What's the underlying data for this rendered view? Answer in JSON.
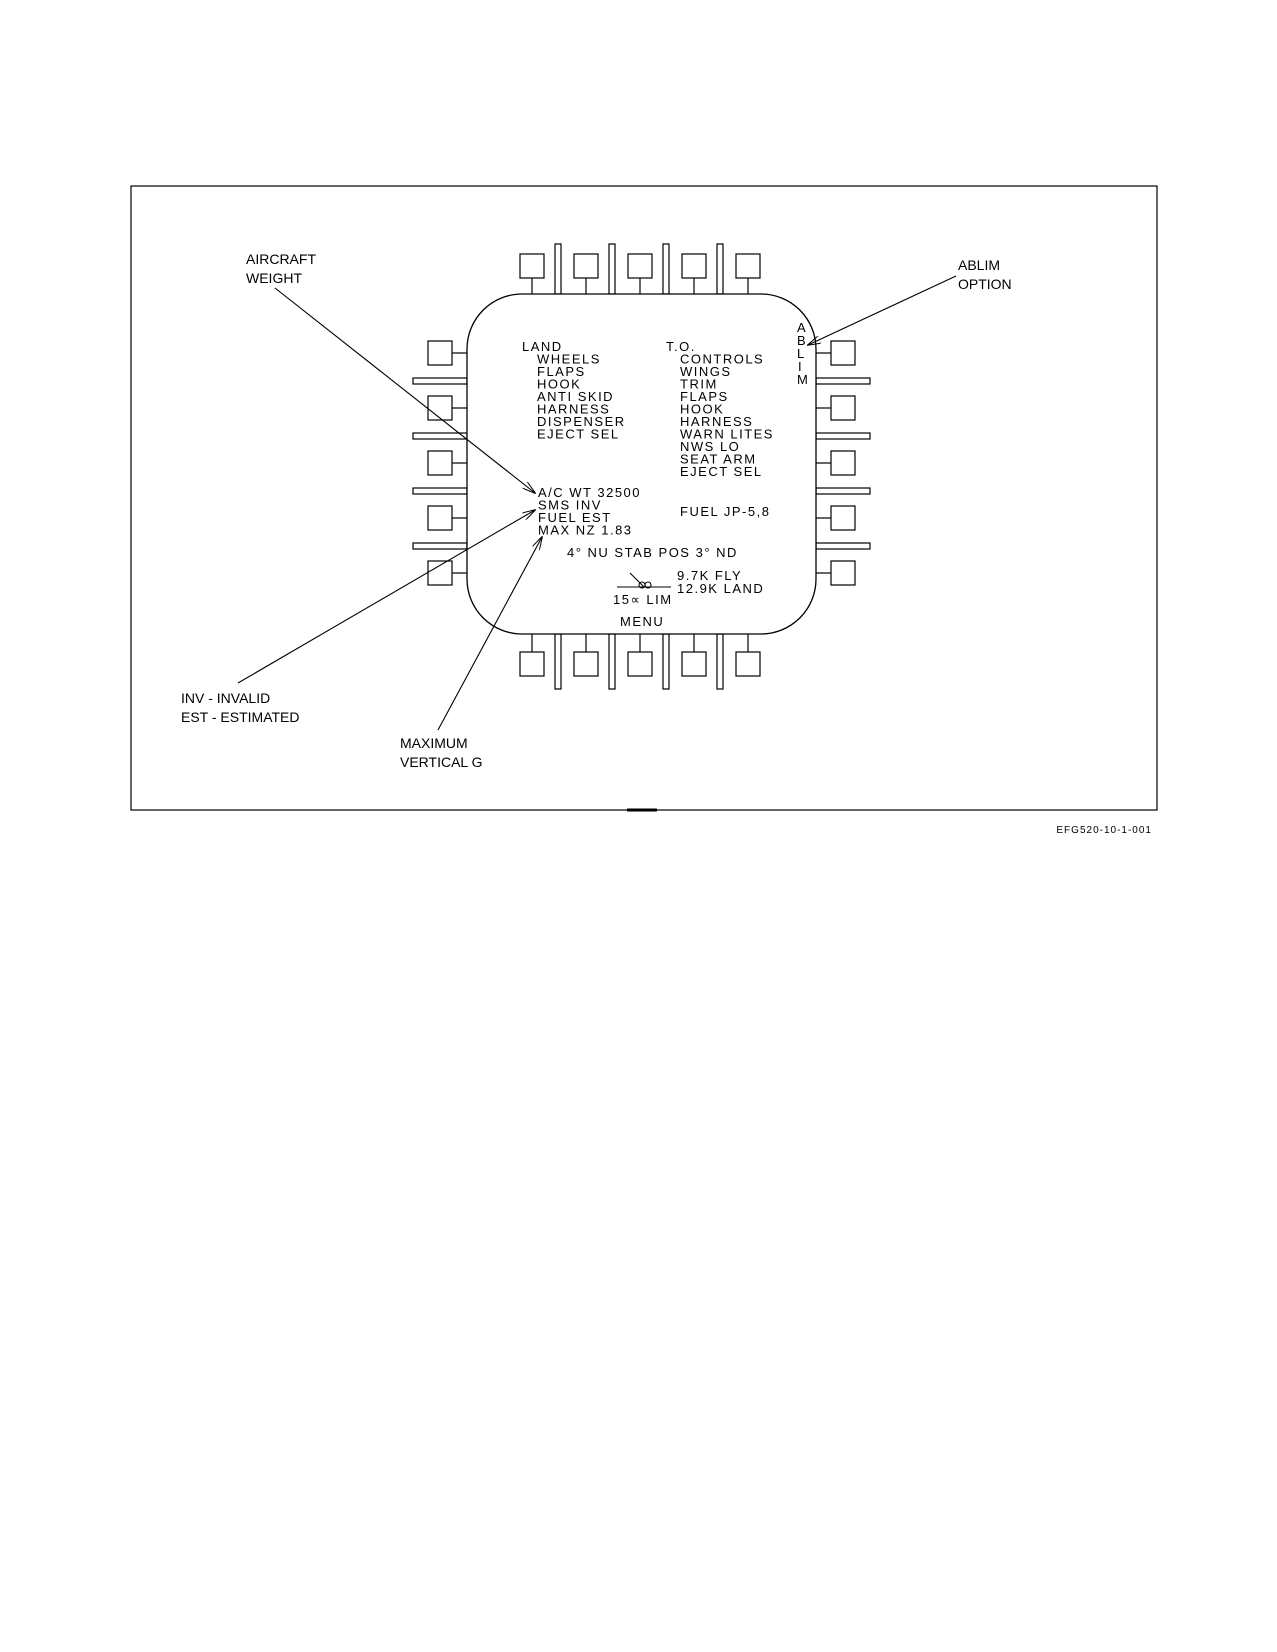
{
  "callouts": {
    "aircraft_weight": [
      "AIRCRAFT",
      "WEIGHT"
    ],
    "ablim_option": [
      "ABLIM",
      "OPTION"
    ],
    "inv_est": [
      "INV - INVALID",
      "EST - ESTIMATED"
    ],
    "max_vertical_g": [
      "MAXIMUM",
      "VERTICAL G"
    ]
  },
  "display": {
    "land": {
      "title": "LAND",
      "items": [
        "WHEELS",
        "FLAPS",
        "HOOK",
        "ANTI SKID",
        "HARNESS",
        "DISPENSER",
        "EJECT SEL"
      ]
    },
    "to": {
      "title": "T.O.",
      "items": [
        "CONTROLS",
        "WINGS",
        "TRIM",
        "FLAPS",
        "HOOK",
        "HARNESS",
        "WARN LITES",
        "NWS LO",
        "SEAT ARM",
        "EJECT SEL"
      ]
    },
    "ablim_letters": [
      "A",
      "B",
      "L",
      "I",
      "M"
    ],
    "ac_wt": "A/C WT 32500",
    "sms": "SMS INV",
    "fuel_est": "FUEL EST",
    "max_nz": "MAX NZ 1.83",
    "fuel_type": "FUEL JP-5,8",
    "stab_pos": "4° NU  STAB POS 3° ND",
    "fly": "9.7K FLY",
    "land_wt": "12.9K LAND",
    "alpha_lim": "15∝ LIM",
    "menu": "MENU"
  },
  "figure_id": "EFG520-10-1-001"
}
